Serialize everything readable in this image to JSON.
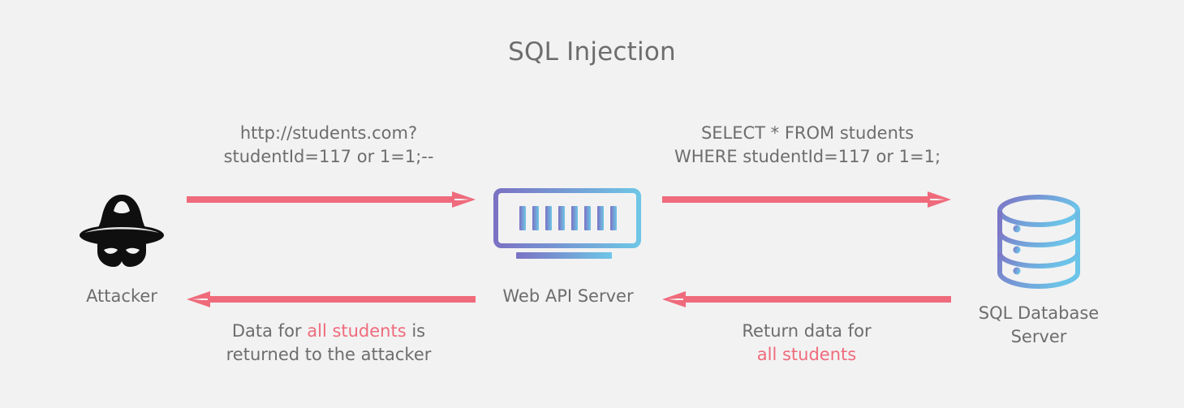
{
  "diagram": {
    "title": "SQL Injection",
    "background_color": "#f2f2f2",
    "text_color": "#6d6d6d",
    "accent_color": "#ef6b7c",
    "icon_gradient_from": "#7b72c4",
    "icon_gradient_to": "#6ec6e6"
  },
  "nodes": {
    "attacker": {
      "label": "Attacker",
      "icon": "attacker-hat-mask-icon"
    },
    "server": {
      "label": "Web API Server",
      "icon": "web-api-server-icon"
    },
    "database": {
      "label_line1": "SQL Database",
      "label_line2": "Server",
      "icon": "sql-database-icon"
    }
  },
  "flows": {
    "request_attacker_to_server": {
      "line1": "http://students.com?",
      "line2": "studentId=117 or 1=1;--",
      "direction": "right"
    },
    "request_server_to_db": {
      "line1": "SELECT * FROM students",
      "line2": "WHERE studentId=117 or 1=1;",
      "direction": "right"
    },
    "response_db_to_server": {
      "line1": "Return data for",
      "line2_highlight": "all students",
      "direction": "left"
    },
    "response_server_to_attacker": {
      "line1_pre": "Data for ",
      "line1_highlight": "all students",
      "line1_post": " is",
      "line2": "returned to the attacker",
      "direction": "left"
    }
  }
}
